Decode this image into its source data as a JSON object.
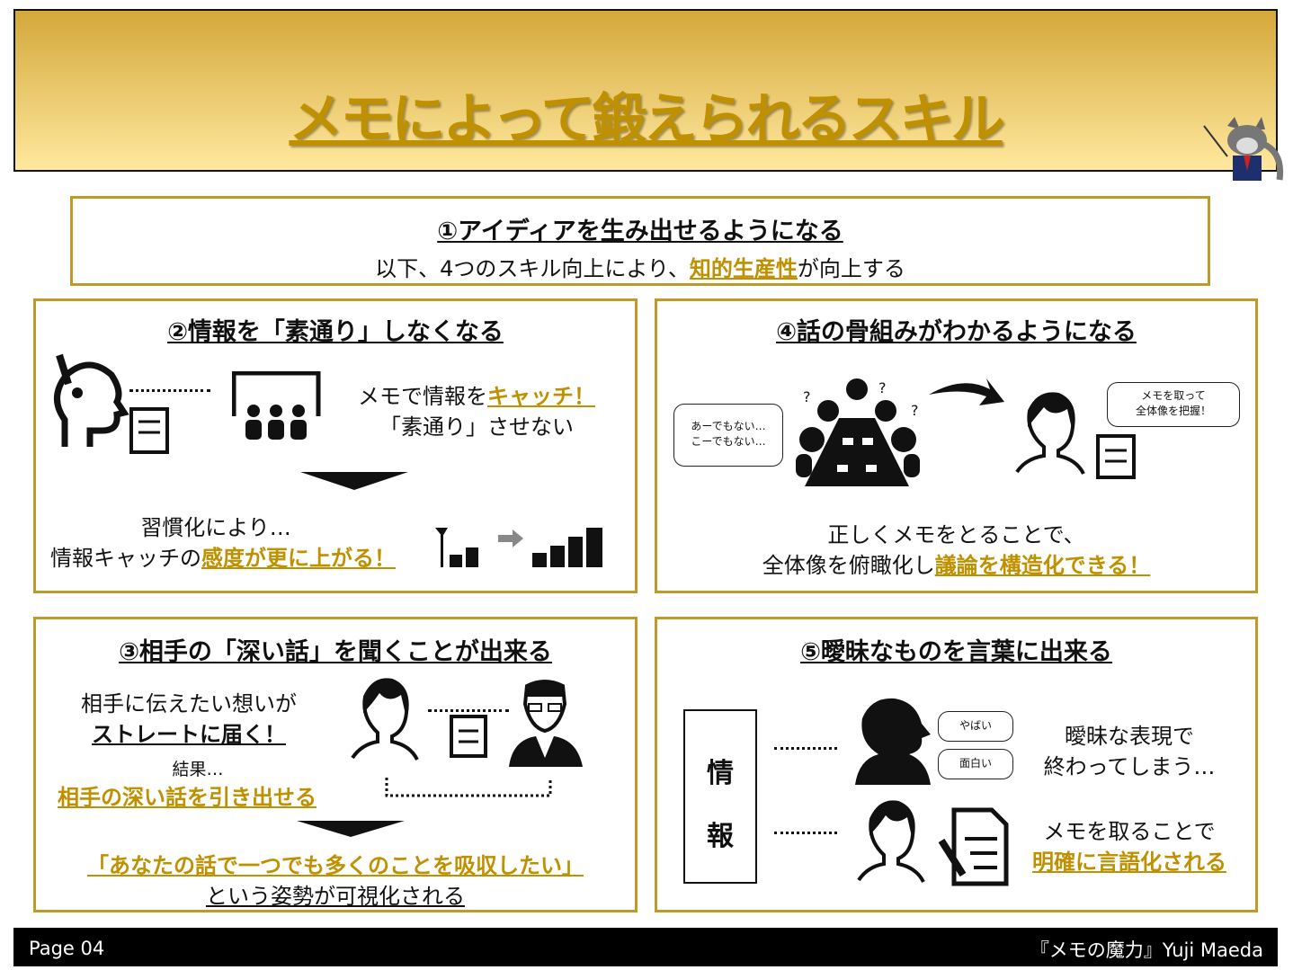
{
  "header": {
    "title": "メモによって鍛えられるスキル",
    "mascot_icon": "wolf-teacher-icon"
  },
  "skill1": {
    "title": "①アイディアを生み出せるようになる",
    "text_pre": "以下、4つのスキル向上により、",
    "text_em": "知的生産性",
    "text_post": "が向上する"
  },
  "skill2": {
    "title": "②情報を「素通り」しなくなる",
    "line1_pre": "メモで情報を",
    "line1_em": "キャッチ！",
    "line2": "「素通り」させない",
    "line3": "習慣化により…",
    "line4_pre": "情報キャッチの",
    "line4_em": "感度が更に上がる！"
  },
  "skill3": {
    "title": "③相手の「深い話」を聞くことが出来る",
    "line1": "相手に伝えたい想いが",
    "line2": "ストレートに届く！",
    "line3": "結果…",
    "line4": "相手の深い話を引き出せる",
    "line5": "「あなたの話で一つでも多くのことを吸収したい」",
    "line6": "という姿勢が可視化される"
  },
  "skill4": {
    "title": "④話の骨組みがわかるようになる",
    "bubble_left": [
      "あーでもない…",
      "こーでもない…"
    ],
    "bubble_right": [
      "メモを取って",
      "全体像を把握！"
    ],
    "line1": "正しくメモをとることで、",
    "line2_pre": "全体像を俯瞰化し",
    "line2_em": "議論を構造化できる！"
  },
  "skill5": {
    "title": "⑤曖昧なものを言葉に出来る",
    "info_chars": [
      "情",
      "報"
    ],
    "bubble1": "やばい",
    "bubble2": "面白い",
    "line1": "曖昧な表現で",
    "line2": "終わってしまう…",
    "line3": "メモを取ることで",
    "line4": "明確に言語化される"
  },
  "footer": {
    "page": "Page 04",
    "credit": "『メモの魔力』Yuji Maeda"
  },
  "colors": {
    "accent": "#bf9000",
    "border": "#bf9a2a"
  }
}
